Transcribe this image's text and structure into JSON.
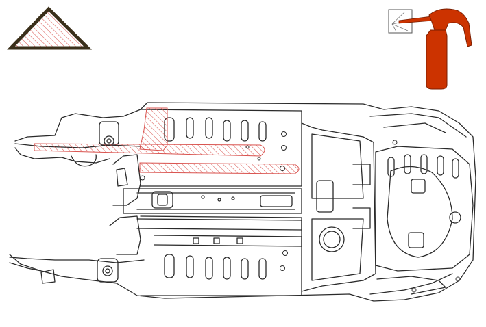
{
  "diagram": {
    "subject": "vehicle-underbody",
    "view": "bottom",
    "legend_symbol": "hatched-triangle",
    "tool_icon": "cavity-wax-spray-can-icon",
    "highlighted_areas": [
      "left-longitudinal-member",
      "rear-sill-cavity",
      "front-pillar-cavity"
    ]
  },
  "colors": {
    "outline": "#2a2a2a",
    "hatch": "#d9534f",
    "triangle_border": "#3a2f1a",
    "spray_can": "#cc3300",
    "paper": "#ffffff"
  }
}
